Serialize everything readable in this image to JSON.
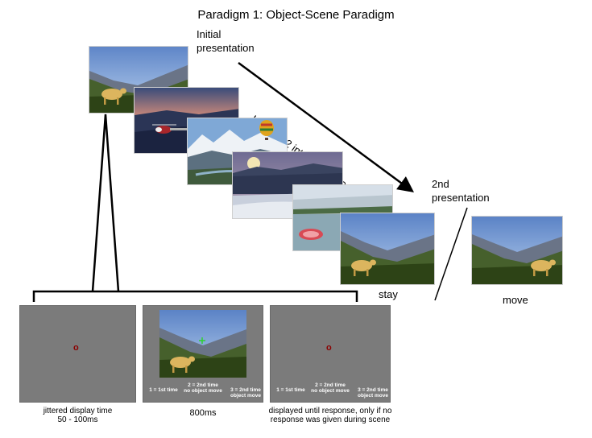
{
  "title": "Paradigm 1: Object-Scene Paradigm",
  "labels": {
    "initial_presentation": [
      "Initial",
      "presentation"
    ],
    "lag": "Lag: 8 -22 intervening scenes",
    "second_presentation": [
      "2nd",
      "presentation"
    ],
    "stay": "stay",
    "move": "move"
  },
  "trial": {
    "fixation": "o",
    "responses": {
      "r1": [
        "1 = 1st time"
      ],
      "r2": [
        "2 = 2nd time",
        "no object move"
      ],
      "r3": [
        "3 = 2nd time",
        "object move"
      ]
    },
    "captions": {
      "c1": [
        "jittered display time",
        "50 - 100ms"
      ],
      "c2": [
        "800ms"
      ],
      "c3": [
        "displayed until response, only if no",
        "response was given during scene"
      ]
    }
  },
  "colors": {
    "panel_gray": "#7b7b7b",
    "fixation_red": "#8b0000"
  },
  "icons": {
    "cow": "cow-icon",
    "helicopter": "helicopter-icon",
    "balloon": "hot-air-balloon-icon",
    "moon": "moon-icon",
    "raft": "raft-icon",
    "fixation_cross": "fixation-cross-icon"
  }
}
